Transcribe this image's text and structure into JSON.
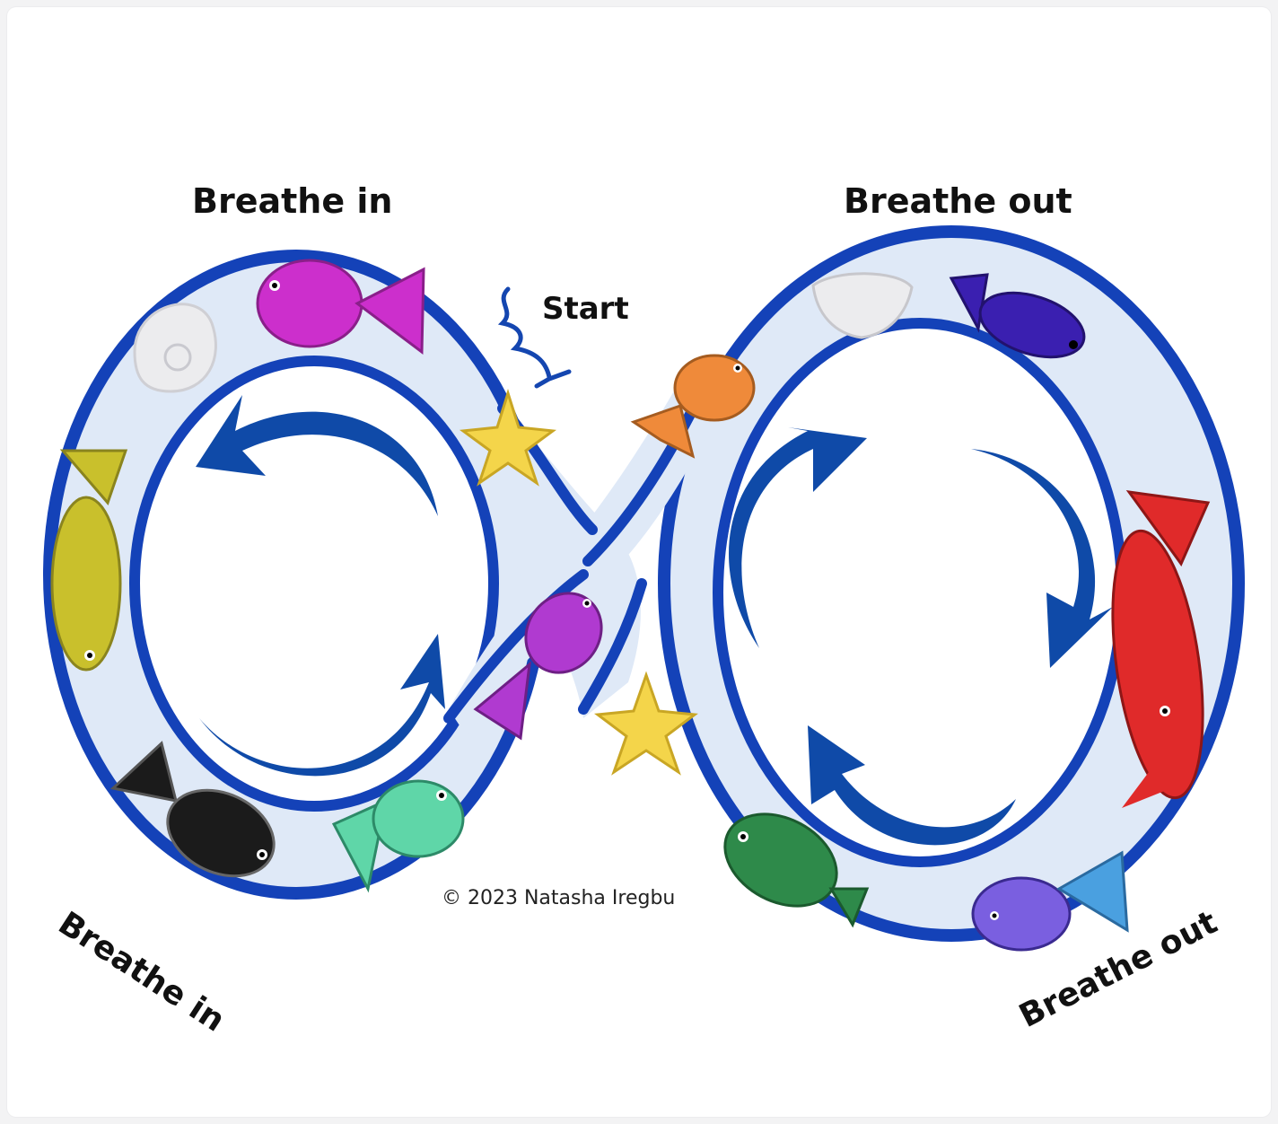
{
  "labels": {
    "top_left": "Breathe in",
    "top_right": "Breathe out",
    "bottom_left": "Breathe in",
    "bottom_right": "Breathe out",
    "start": "Start"
  },
  "copyright": "© 2023 Natasha Iregbu",
  "colors": {
    "track_border": "#1442b8",
    "track_fill": "#dfe9f7",
    "arrow": "#0f4aa8",
    "background": "#ffffff"
  },
  "creatures": [
    {
      "name": "shell-white",
      "color": "#e8e8ea"
    },
    {
      "name": "fish-magenta",
      "color": "#cc2fcc"
    },
    {
      "name": "starfish-top",
      "color": "#f4d54a"
    },
    {
      "name": "fish-yellow",
      "color": "#c9c02c"
    },
    {
      "name": "fish-purple",
      "color": "#b03ad0"
    },
    {
      "name": "fish-black",
      "color": "#1b1b1b"
    },
    {
      "name": "fish-mint",
      "color": "#5fd6a8"
    },
    {
      "name": "scallop-white",
      "color": "#ececee"
    },
    {
      "name": "fish-indigo",
      "color": "#3a1fb0"
    },
    {
      "name": "fish-orange",
      "color": "#ef8a3a"
    },
    {
      "name": "fish-red",
      "color": "#e02a2a"
    },
    {
      "name": "starfish-bottom",
      "color": "#f4d54a"
    },
    {
      "name": "fish-green",
      "color": "#2e8a4a"
    },
    {
      "name": "fish-blue",
      "color": "#4aa0e0"
    }
  ]
}
